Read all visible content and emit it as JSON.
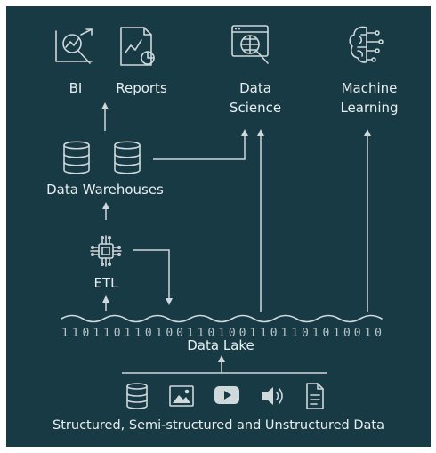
{
  "labels": {
    "bi": "BI",
    "reports": "Reports",
    "data_science": [
      "Data",
      "Science"
    ],
    "machine_learning": [
      "Machine",
      "Learning"
    ],
    "data_warehouses": "Data Warehouses",
    "etl": "ETL",
    "data_lake": "Data Lake",
    "sources": "Structured, Semi-structured and Unstructured Data"
  },
  "lake_bits": "1101101101001101001101101010010",
  "icons": {
    "bi": "bi-analytics-icon",
    "reports": "report-chart-icon",
    "data_science": "data-science-globe-icon",
    "machine_learning": "brain-circuit-icon",
    "warehouses": [
      "database-icon",
      "database-icon"
    ],
    "etl": "chip-icon",
    "sources": [
      "database-icon",
      "image-icon",
      "video-play-icon",
      "audio-icon",
      "document-icon"
    ]
  },
  "colors": {
    "background": "#183a45",
    "foreground": "#e8eef0"
  }
}
